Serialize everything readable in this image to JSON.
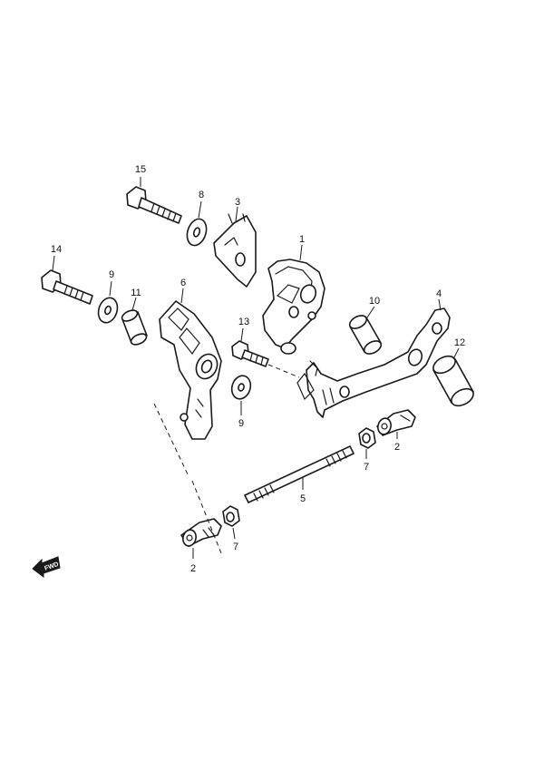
{
  "callouts": {
    "c1": "1",
    "c2a": "2",
    "c2b": "2",
    "c3": "3",
    "c4": "4",
    "c5": "5",
    "c6": "6",
    "c7a": "7",
    "c7b": "7",
    "c8": "8",
    "c9a": "9",
    "c9b": "9",
    "c10": "10",
    "c11": "11",
    "c12": "12",
    "c13": "13",
    "c14": "14",
    "c15": "15"
  },
  "direction_indicator": {
    "label": "FWD"
  }
}
